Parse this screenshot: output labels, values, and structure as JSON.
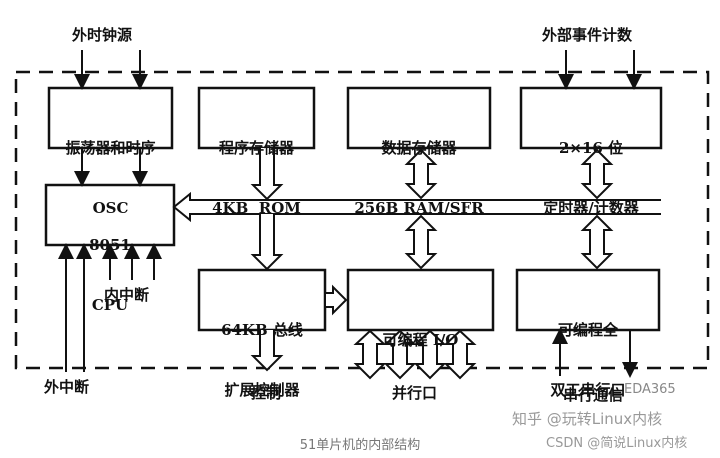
{
  "external_labels": {
    "ext_clock": "外时钟源",
    "ext_event_count": "外部事件计数",
    "internal_interrupt": "内中断",
    "external_interrupt": "外中断",
    "control": "控制",
    "parallel_port": "并行口",
    "serial_comm": "串行通信"
  },
  "blocks": {
    "oscillator": {
      "line1": "振荡器和时序",
      "line2": "OSC"
    },
    "program_memory": {
      "line1": "程序存储器",
      "line2": "4KB  ROM"
    },
    "data_memory": {
      "line1": "数据存储器",
      "line2": "256B RAM/SFR"
    },
    "timer": {
      "line1": "2×16 位",
      "line2": "定时器/计数器"
    },
    "cpu": {
      "line1": "8051",
      "line2": "CPU"
    },
    "bus_controller": {
      "line1": "64KB 总线",
      "line2": "扩展控制器"
    },
    "programmable_io": {
      "line1": "可编程 I/O"
    },
    "serial_port": {
      "line1": "可编程全",
      "line2": "双工串行口"
    }
  },
  "caption": "51单片机的内部结构",
  "watermarks": {
    "zhihu": "知乎 @玩转Linux内核",
    "csdn": "CSDN @简说Linux内核",
    "eda": "EDA365"
  }
}
